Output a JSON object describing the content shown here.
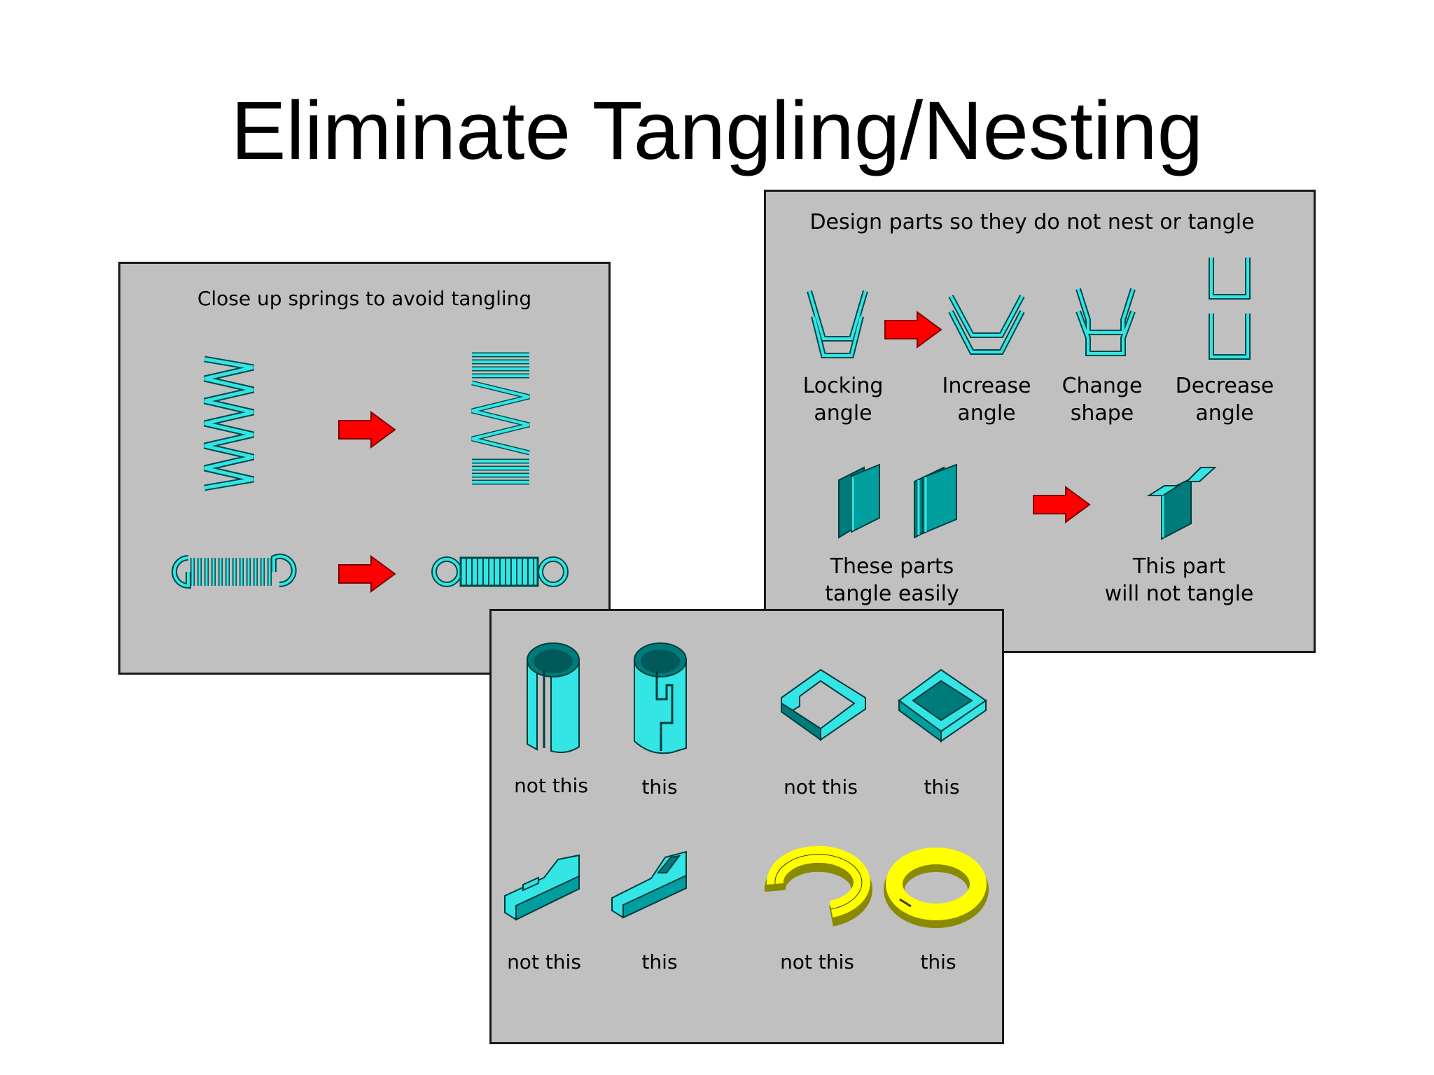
{
  "slide": {
    "title": "Eliminate Tangling/Nesting"
  },
  "springs_panel": {
    "caption": "Close up springs to avoid tangling"
  },
  "nesting_panel": {
    "caption": "Design parts so they do not nest or tangle",
    "options": [
      {
        "line1": "Locking",
        "line2": "angle"
      },
      {
        "line1": "Increase",
        "line2": "angle"
      },
      {
        "line1": "Change",
        "line2": "shape"
      },
      {
        "line1": "Decrease",
        "line2": "angle"
      }
    ],
    "tangle_label": {
      "line1": "These parts",
      "line2": "tangle easily"
    },
    "no_tangle_label": {
      "line1": "This part",
      "line2": "will not tangle"
    }
  },
  "shapes_panel": {
    "labels": [
      "not this",
      "this",
      "not this",
      "this",
      "not this",
      "this",
      "not this",
      "this"
    ]
  },
  "colors": {
    "part_cyan": "#33e5e5",
    "part_dark": "#007b7b",
    "arrow_red": "#ff0000",
    "ring_yellow": "#ffff00",
    "panel_gray": "#c0c0c0"
  }
}
